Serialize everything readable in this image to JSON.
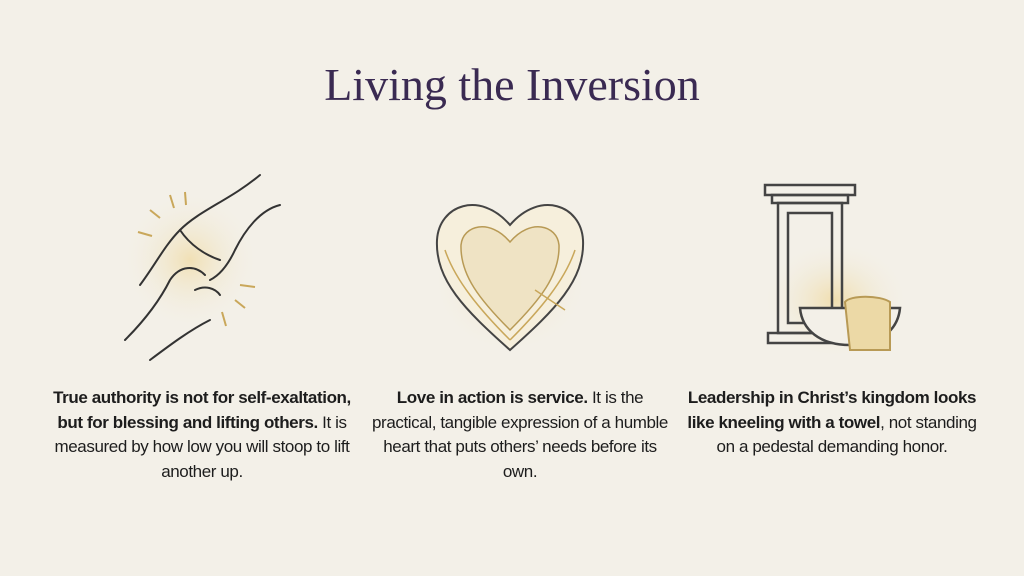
{
  "title": "Living the Inversion",
  "columns": [
    {
      "icon": "helping-hands-icon",
      "bold": "True authority is not for self-exaltation, but for blessing and lifting others.",
      "text": " It is measured by how low you will stoop to lift another up."
    },
    {
      "icon": "towel-heart-icon",
      "bold": "Love in action is service.",
      "text": " It is the practical, tangible expression of a humble heart that puts others’ needs before its own."
    },
    {
      "icon": "pedestal-basin-icon",
      "bold": "Leadership in Christ’s kingdom looks like kneeling with a towel",
      "text": ", not standing on a pedestal demanding honor."
    }
  ],
  "colors": {
    "title": "#3a2a52",
    "gold": "#c9a75a",
    "line": "#3a3a3a",
    "background": "#f3f0e8"
  }
}
